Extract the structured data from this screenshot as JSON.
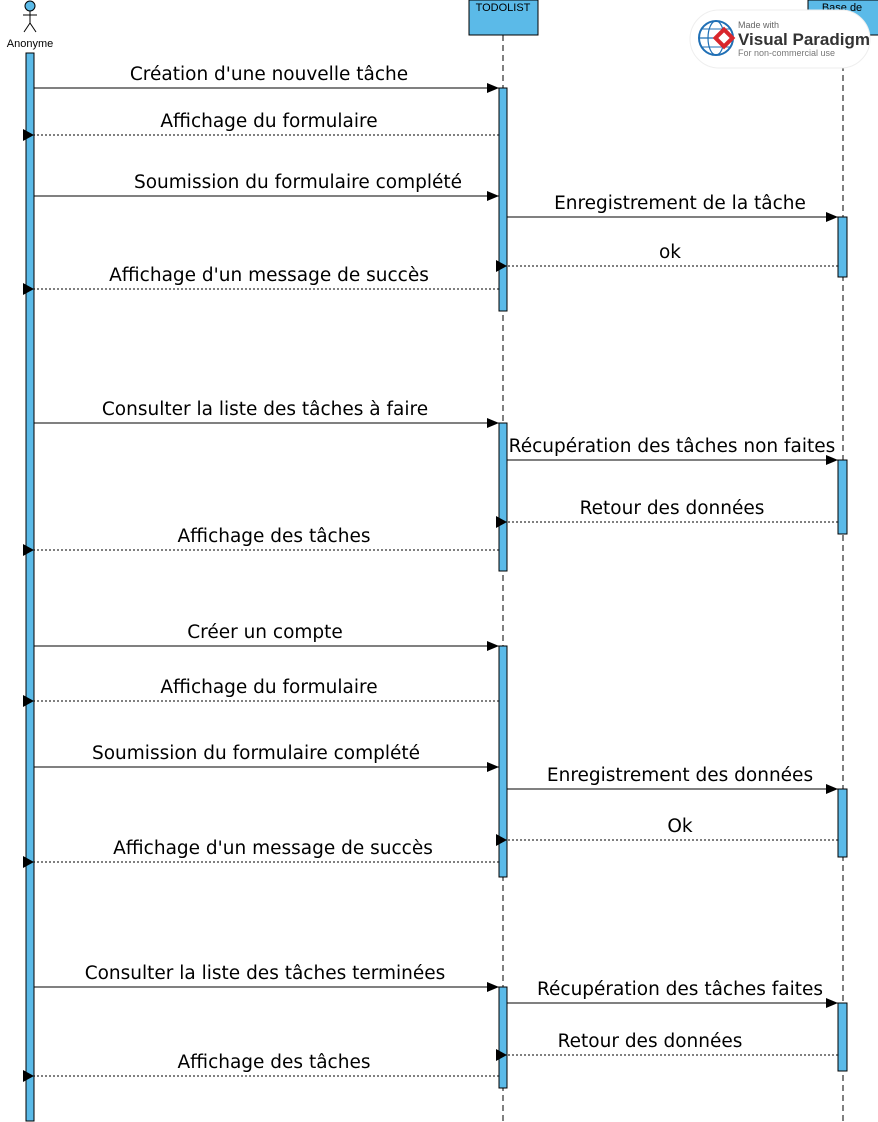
{
  "participants": {
    "actor": "Anonyme",
    "system": "TODOLIST",
    "database": "Base de"
  },
  "watermark": {
    "made_with": "Made with",
    "brand": "Visual Paradigm",
    "note": "For non-commercial use"
  },
  "colors": {
    "lifeline_fill": "#5bbae8",
    "watermark_red": "#d9262c",
    "watermark_blue": "#1f6fb5"
  },
  "messages": [
    {
      "from": "actor",
      "to": "system",
      "kind": "sync",
      "label": "Création d'une nouvelle tâche"
    },
    {
      "from": "system",
      "to": "actor",
      "kind": "return",
      "label": "Affichage du formulaire"
    },
    {
      "from": "actor",
      "to": "system",
      "kind": "sync",
      "label": "Soumission du formulaire complété"
    },
    {
      "from": "system",
      "to": "database",
      "kind": "sync",
      "label": "Enregistrement de la tâche"
    },
    {
      "from": "database",
      "to": "system",
      "kind": "return",
      "label": "ok"
    },
    {
      "from": "system",
      "to": "actor",
      "kind": "return",
      "label": "Affichage d'un message de succès"
    },
    {
      "from": "actor",
      "to": "system",
      "kind": "sync",
      "label": "Consulter la liste des tâches à faire"
    },
    {
      "from": "system",
      "to": "database",
      "kind": "sync",
      "label": "Récupération des tâches non faites"
    },
    {
      "from": "database",
      "to": "system",
      "kind": "return",
      "label": "Retour des données"
    },
    {
      "from": "system",
      "to": "actor",
      "kind": "return",
      "label": "Affichage des tâches"
    },
    {
      "from": "actor",
      "to": "system",
      "kind": "sync",
      "label": "Créer un compte"
    },
    {
      "from": "system",
      "to": "actor",
      "kind": "return",
      "label": "Affichage du formulaire"
    },
    {
      "from": "actor",
      "to": "system",
      "kind": "sync",
      "label": "Soumission du formulaire complété"
    },
    {
      "from": "system",
      "to": "database",
      "kind": "sync",
      "label": "Enregistrement des données"
    },
    {
      "from": "database",
      "to": "system",
      "kind": "return",
      "label": "Ok"
    },
    {
      "from": "system",
      "to": "actor",
      "kind": "return",
      "label": "Affichage d'un message de succès"
    },
    {
      "from": "actor",
      "to": "system",
      "kind": "sync",
      "label": "Consulter la liste des tâches terminées"
    },
    {
      "from": "system",
      "to": "database",
      "kind": "sync",
      "label": "Récupération des tâches faites"
    },
    {
      "from": "database",
      "to": "system",
      "kind": "return",
      "label": "Retour des données"
    },
    {
      "from": "system",
      "to": "actor",
      "kind": "return",
      "label": "Affichage des tâches"
    }
  ]
}
